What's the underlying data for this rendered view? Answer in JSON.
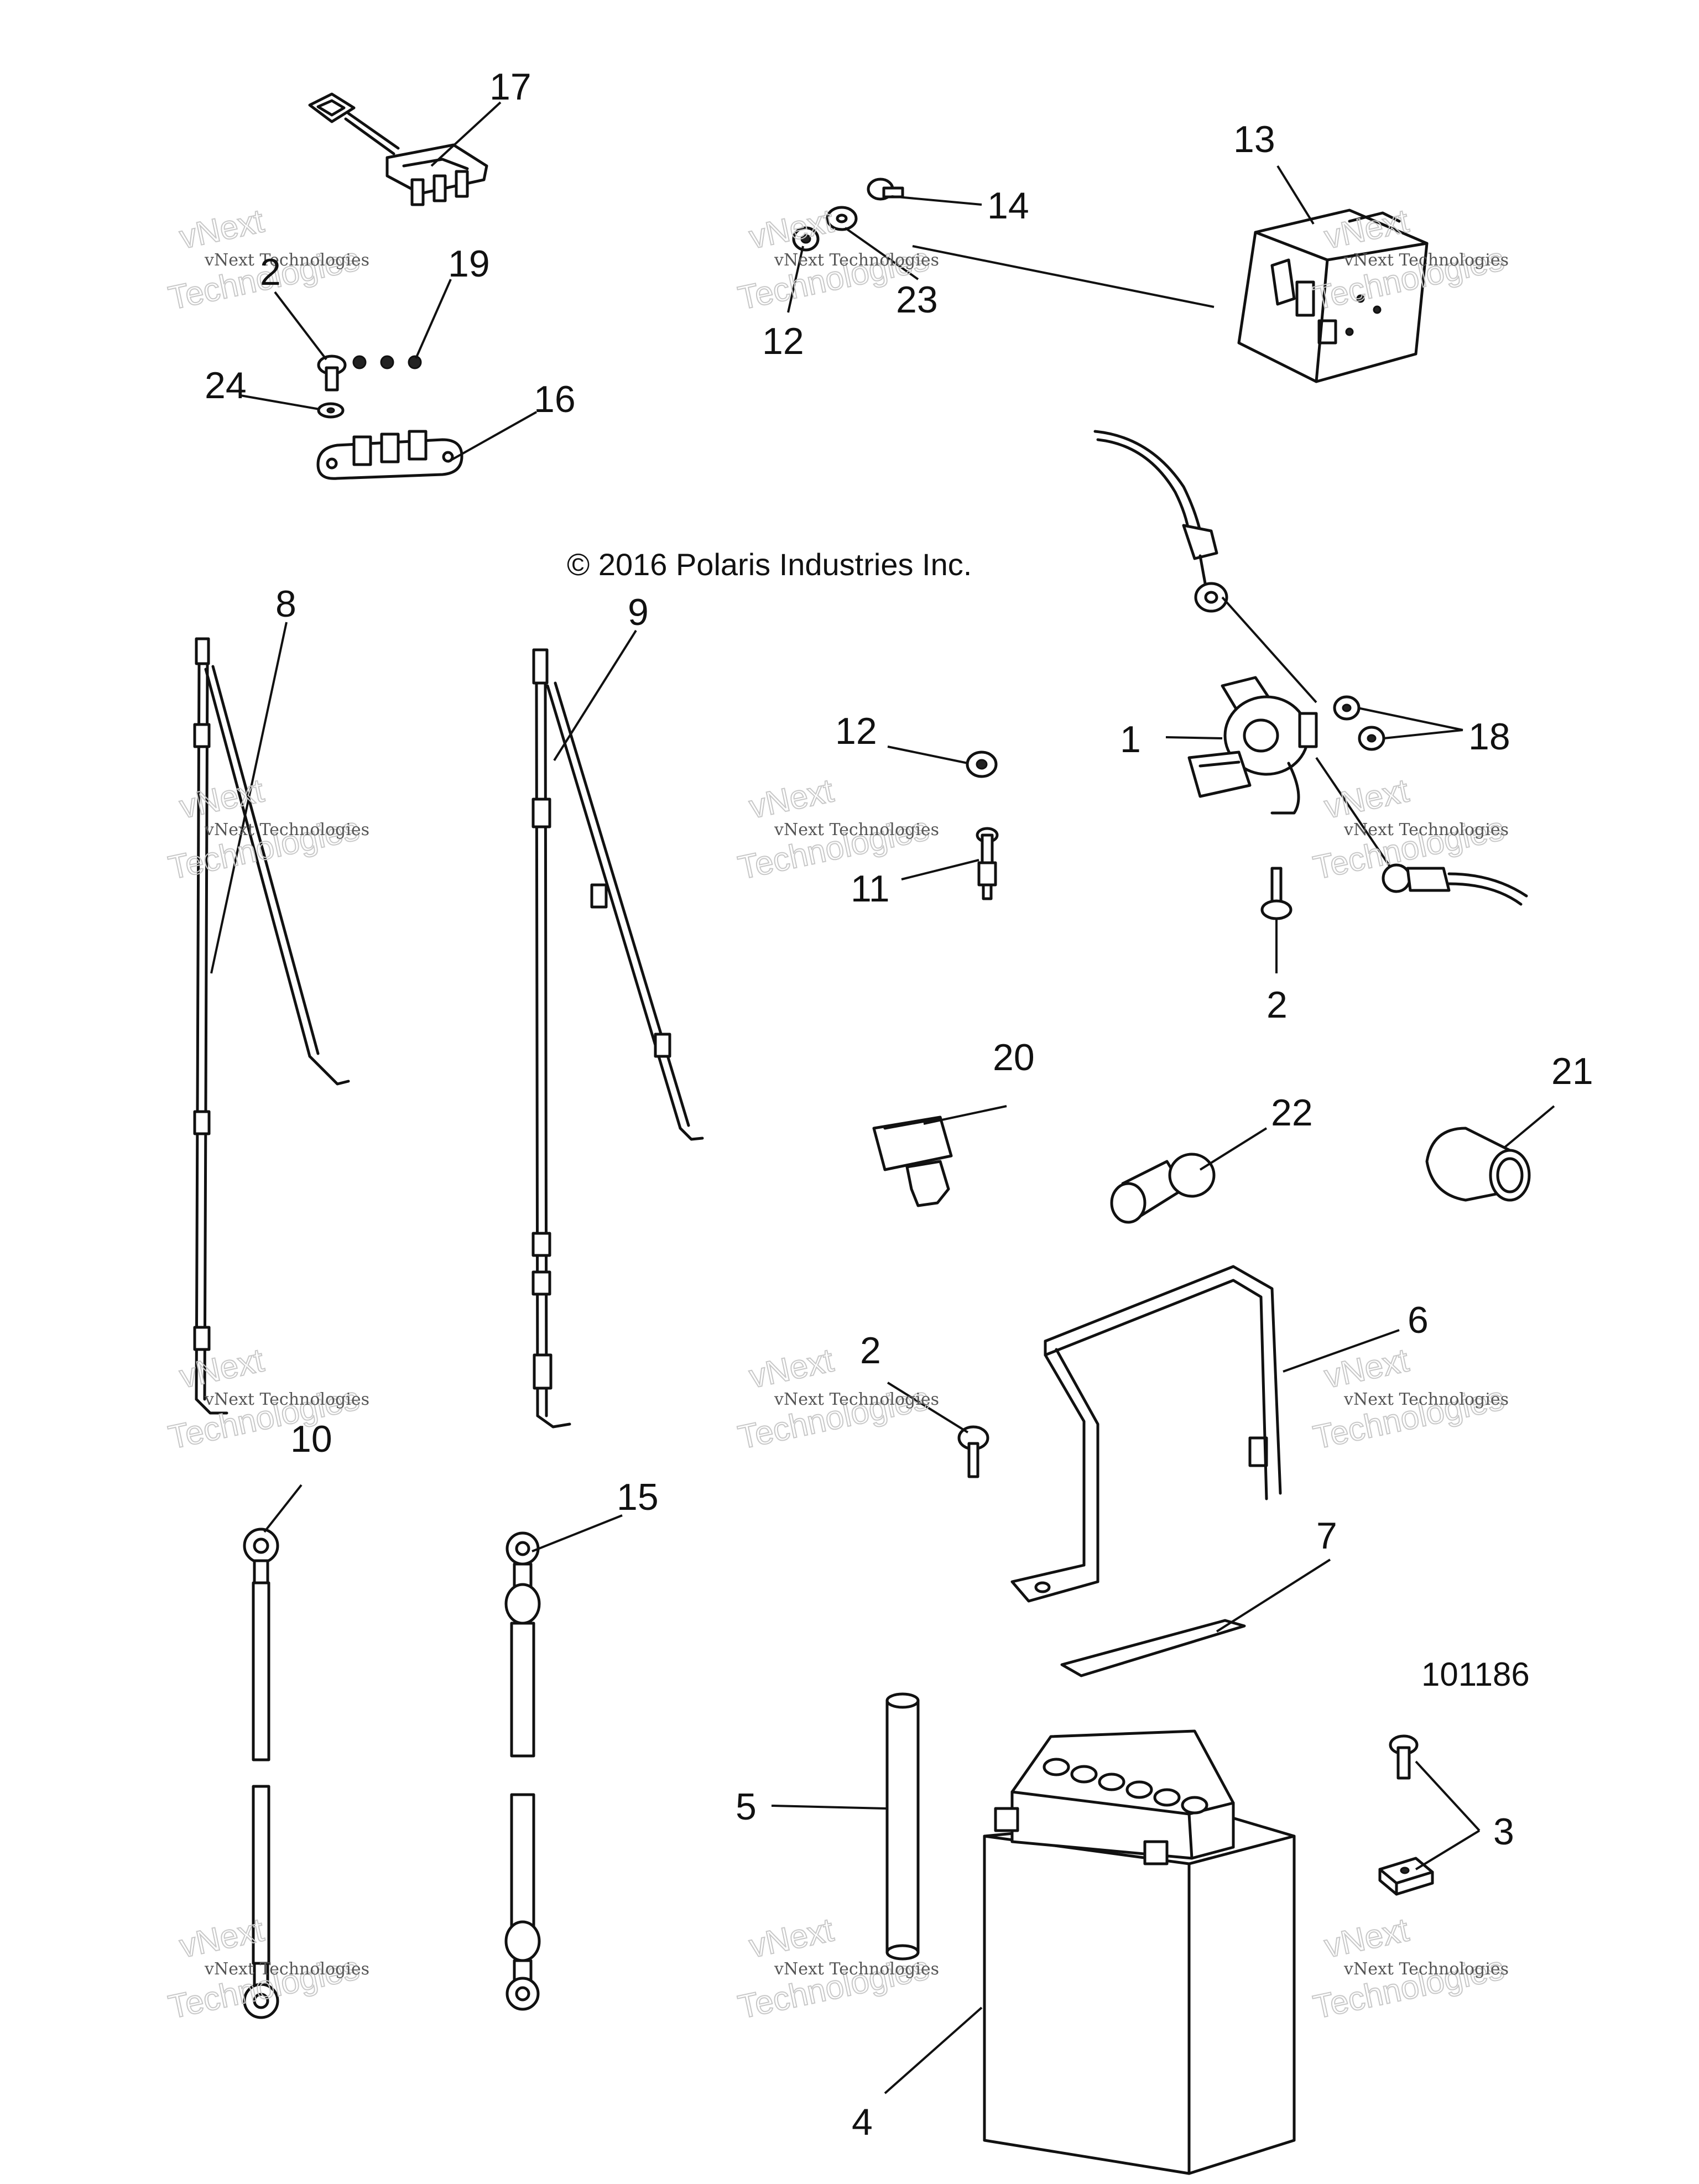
{
  "copyright": "© 2016 Polaris Industries Inc.",
  "drawing_number": "101186",
  "watermark": {
    "line1": "vNext Technologies",
    "line2": "Technologies",
    "overlay": "vNext"
  },
  "callouts": {
    "c1": "1",
    "c2a": "2",
    "c2b": "2",
    "c2c": "2",
    "c3": "3",
    "c4": "4",
    "c5": "5",
    "c6": "6",
    "c7": "7",
    "c8": "8",
    "c9": "9",
    "c10": "10",
    "c11": "11",
    "c12a": "12",
    "c12b": "12",
    "c13": "13",
    "c14": "14",
    "c15": "15",
    "c16": "16",
    "c17": "17",
    "c18": "18",
    "c19": "19",
    "c20": "20",
    "c21": "21",
    "c22": "22",
    "c23": "23",
    "c24": "24"
  }
}
